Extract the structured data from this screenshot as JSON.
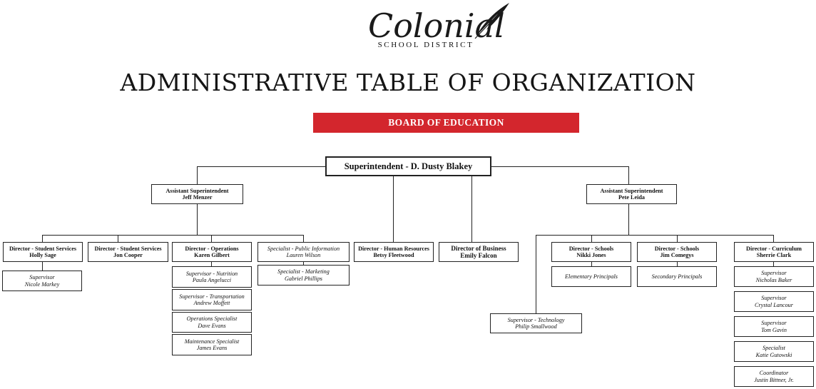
{
  "logo": {
    "name": "Colonial",
    "sub": "SCHOOL DISTRICT",
    "icon": "quill-feather-icon"
  },
  "title": "ADMINISTRATIVE TABLE OF ORGANIZATION",
  "board": {
    "label": "BOARD OF EDUCATION",
    "color": "#d3262d"
  },
  "superintendent": {
    "label": "Superintendent - D. Dusty Blakey"
  },
  "asst_left": {
    "title": "Assistant Superintendent",
    "name": "Jeff Menzer"
  },
  "asst_right": {
    "title": "Assistant Superintendent",
    "name": "Pete Leida"
  },
  "boxes": {
    "dir_ss1": {
      "title": "Director - Student Services",
      "name": "Holly Sage"
    },
    "sup_markey": {
      "title": "Supervisor",
      "name": "Nicole Markey"
    },
    "dir_ss2": {
      "title": "Director - Student Services",
      "name": "Jon Cooper"
    },
    "dir_ops": {
      "title": "Director - Operations",
      "name": "Karen Gilbert"
    },
    "sup_nutrition": {
      "title": "Supervisor - Nutrition",
      "name": "Paula Angelucci"
    },
    "sup_transport": {
      "title": "Supervisor - Transportation",
      "name": "Andrew Moffett"
    },
    "ops_spec": {
      "title": "Operations Specialist",
      "name": "Dave Evans"
    },
    "maint_spec": {
      "title": "Maintenance Specialist",
      "name": "James Evans"
    },
    "spec_pubinfo": {
      "title": "Specialist - Public Information",
      "name": "Lauren Wilson"
    },
    "spec_marketing": {
      "title": "Specialist - Marketing",
      "name": "Gabriel Phillips"
    },
    "dir_hr": {
      "title": "Director - Human Resources",
      "name": "Betsy Fleetwood"
    },
    "dir_business": {
      "title": "Director of Business",
      "name": "Emily Falcon"
    },
    "sup_tech": {
      "title": "Supervisor - Technology",
      "name": "Philip Smallwood"
    },
    "dir_schools1": {
      "title": "Director - Schools",
      "name": "Nikki Jones"
    },
    "elem_principals": {
      "title": "Elementary Principals",
      "name": ""
    },
    "dir_schools2": {
      "title": "Director - Schools",
      "name": "Jim Comegys"
    },
    "sec_principals": {
      "title": "Secondary Principals",
      "name": ""
    },
    "dir_curriculum": {
      "title": "Director - Curriculum",
      "name": "Sherrie Clark"
    },
    "sup_baker": {
      "title": "Supervisor",
      "name": "Nicholas Baker"
    },
    "sup_lancour": {
      "title": "Supervisor",
      "name": "Crystal Lancour"
    },
    "sup_gavin": {
      "title": "Supervisor",
      "name": "Tom Gavin"
    },
    "spec_gutowski": {
      "title": "Specialist",
      "name": "Katie Gutowski"
    },
    "coord_bittner": {
      "title": "Coordinator",
      "name": "Justin Bittner, Jr."
    }
  }
}
